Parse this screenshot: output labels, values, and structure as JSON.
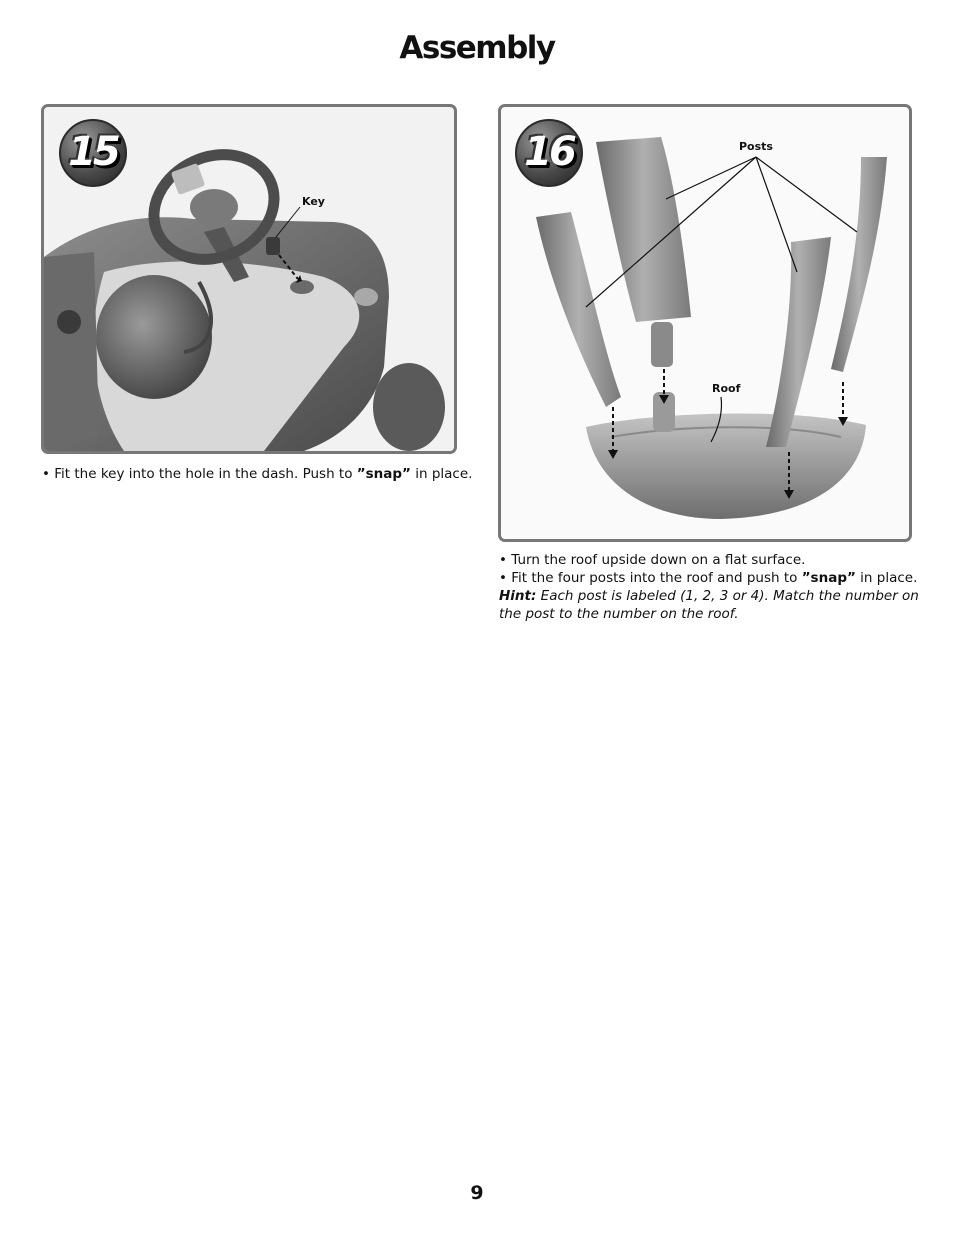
{
  "page": {
    "title": "Assembly",
    "page_number": "9"
  },
  "step15": {
    "number": "15",
    "callouts": {
      "key": "Key"
    },
    "bullet_prefix": "• ",
    "instruction_text_before": "Fit the key into the hole in the dash. Push to ",
    "instruction_emphasis": "”snap”",
    "instruction_text_after": " in place."
  },
  "step16": {
    "number": "16",
    "callouts": {
      "posts": "Posts",
      "roof": "Roof"
    },
    "bullet_prefix": "• ",
    "instruction_1": "Turn the roof upside down on a flat surface.",
    "instruction_2_before": "Fit the four posts into the roof and push to ",
    "instruction_2_emphasis": "”snap”",
    "instruction_2_after": " in place.",
    "hint_label": "Hint:",
    "hint_text": " Each post is labeled (1, 2, 3 or 4). Match the number on the post to the number on the roof."
  },
  "colors": {
    "panel_border": "#777777",
    "panel_background": "#f2f2f2",
    "illustration_gray": "#8a8a8a"
  }
}
